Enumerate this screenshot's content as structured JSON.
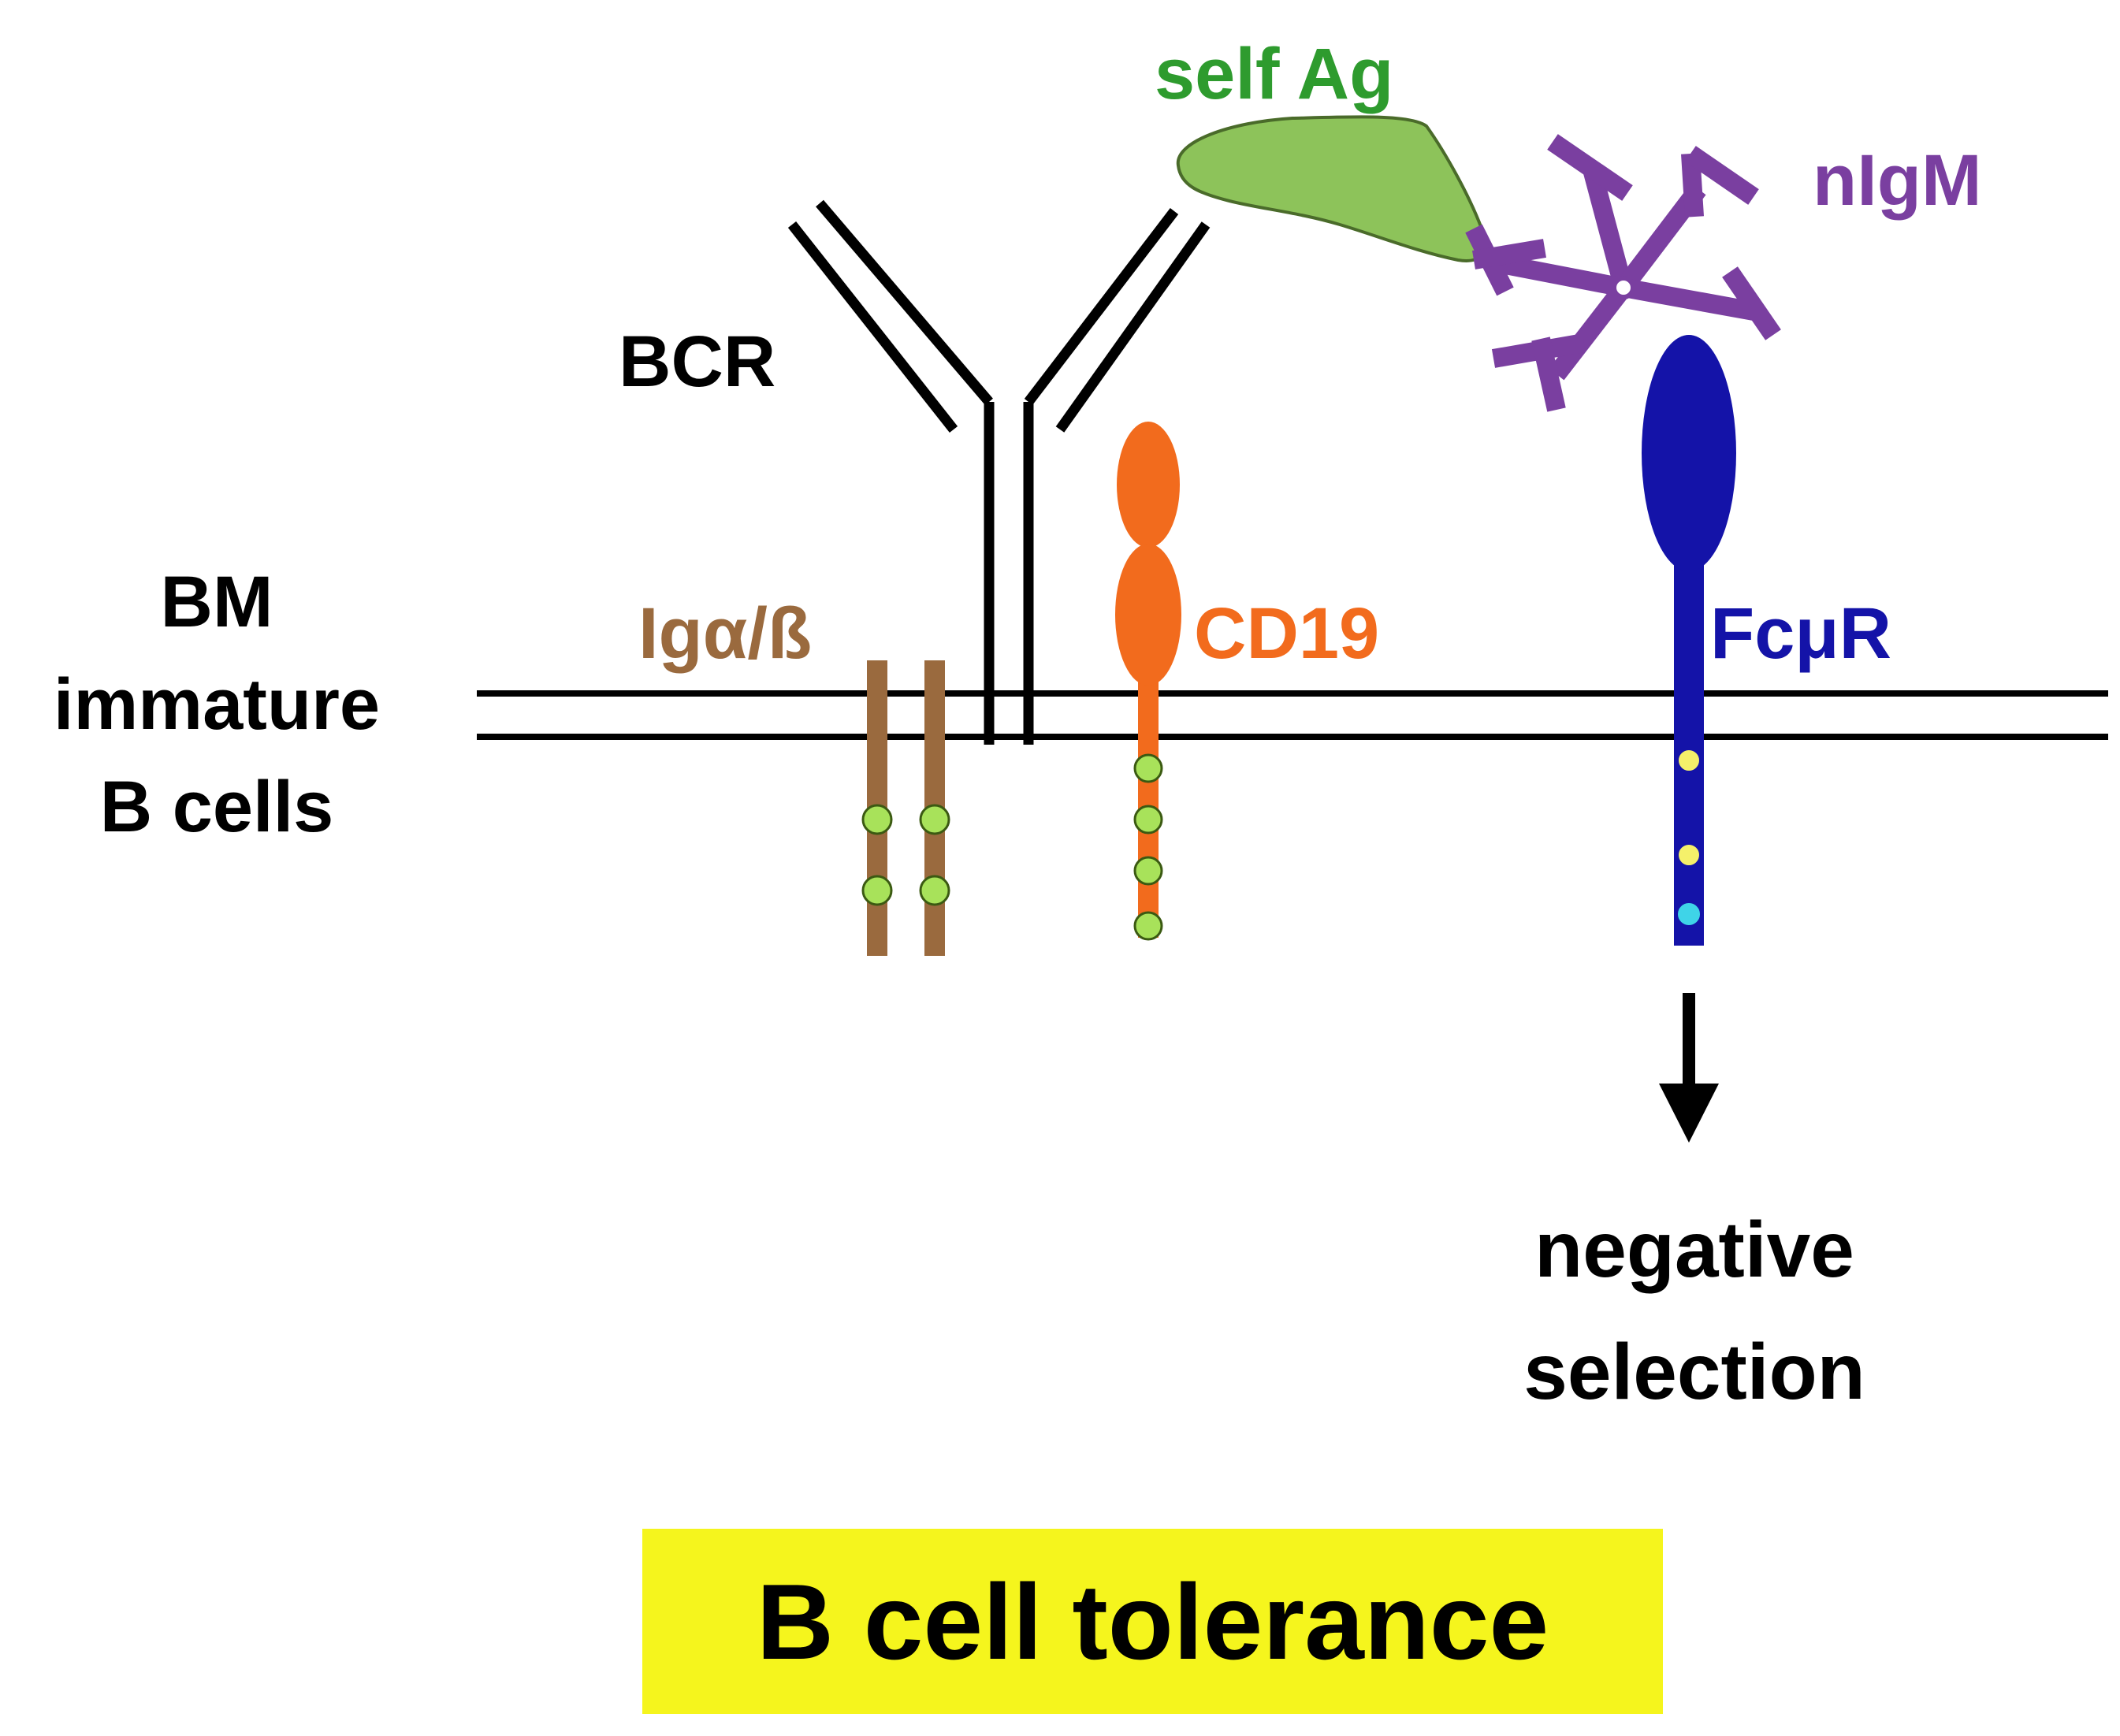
{
  "labels": {
    "bcr": "BCR",
    "self_ag": "self Ag",
    "nigm": "nIgM",
    "cell_line1": "BM",
    "cell_line2": "immature",
    "cell_line3": "B cells",
    "iga_b": "Igα/ß",
    "cd19": "CD19",
    "fcmur": "FcμR",
    "outcome_line1": "negative",
    "outcome_line2": "selection"
  },
  "title": "B cell tolerance",
  "colors": {
    "background": "#ffffff",
    "membrane": "#000000",
    "bcr": "#000000",
    "self_ag_fill": "#8dc35a",
    "self_ag_text": "#2e9b2e",
    "nigm": "#7a3fa0",
    "iga_b": "#9a6a3e",
    "cd19": "#f26b1d",
    "fcmur": "#1413a8",
    "itam_dot": "#a8e25a",
    "itim_dot": "#f5f06a",
    "cyan_dot": "#3fd4e8",
    "title_bg": "#f5f51d",
    "text": "#000000"
  },
  "icons": {
    "arrow": "arrow-down-icon"
  }
}
